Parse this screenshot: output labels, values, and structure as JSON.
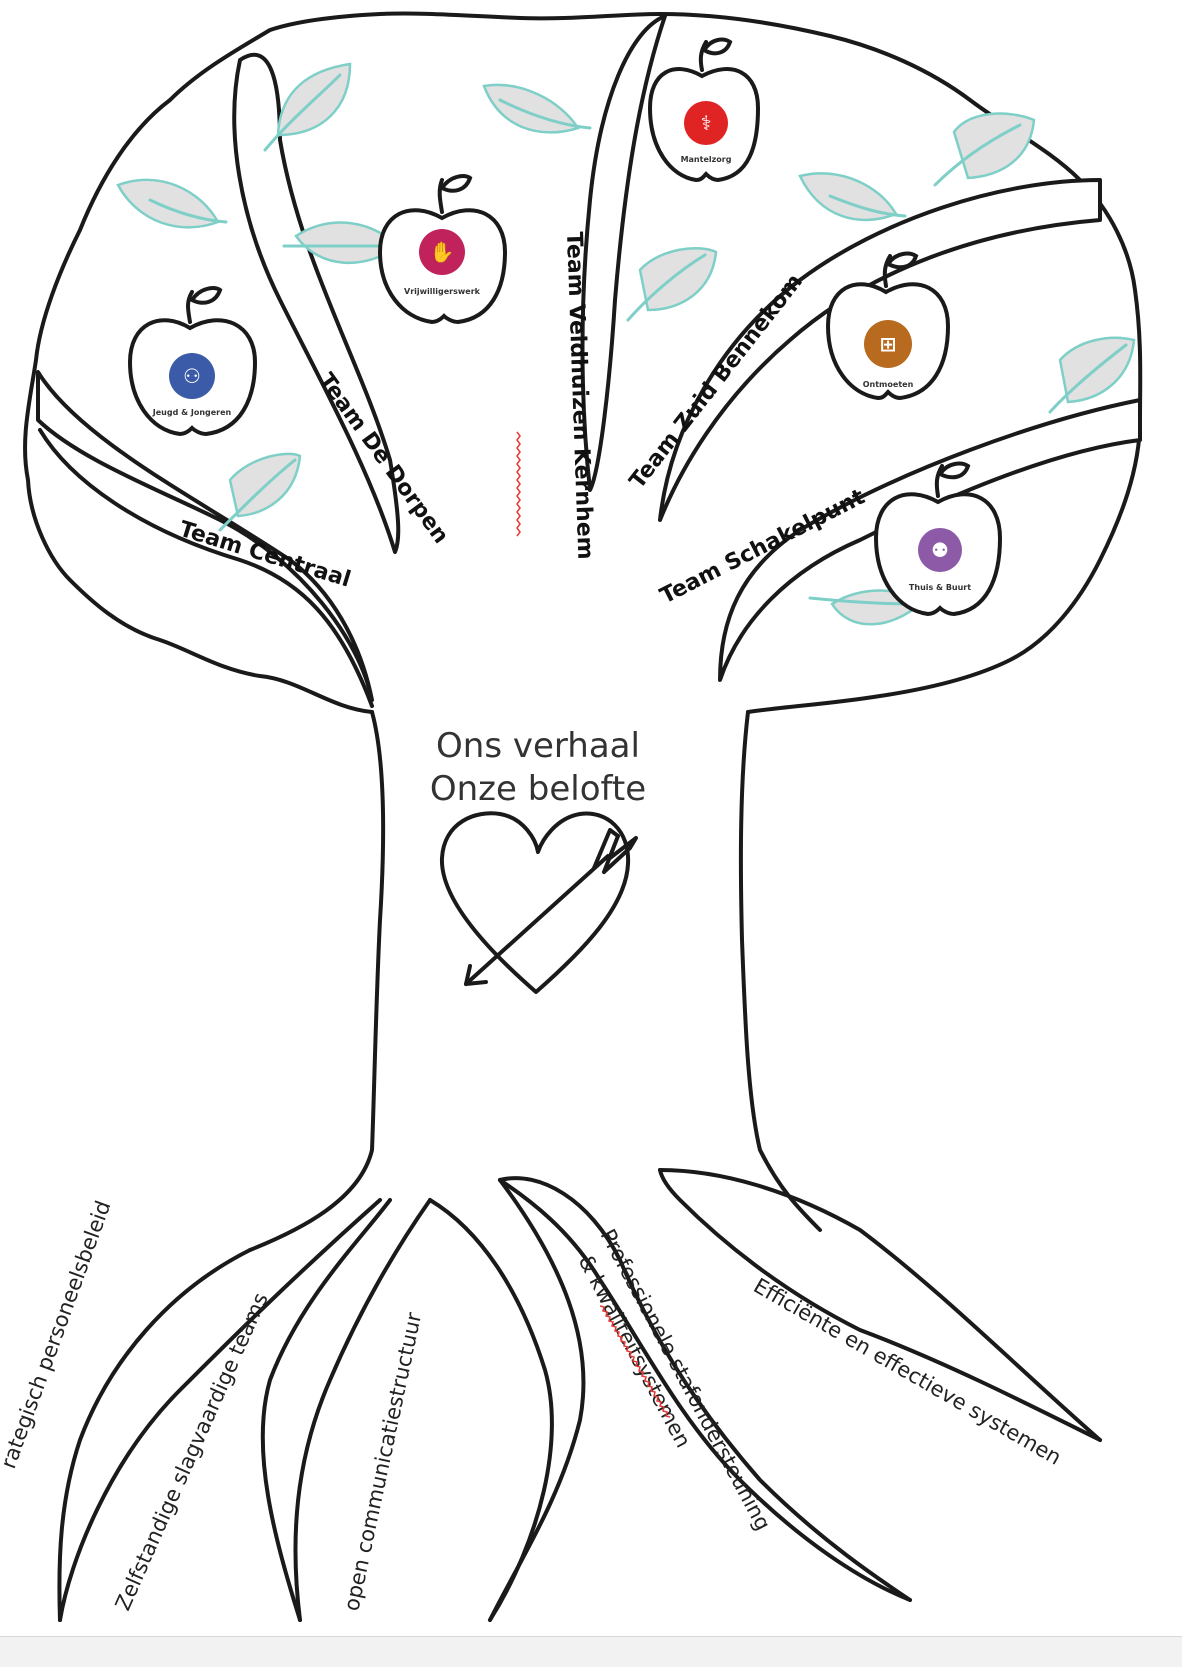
{
  "center": {
    "line1": "Ons verhaal",
    "line2": "Onze belofte",
    "icon": "heart-with-arrow-icon"
  },
  "branches": [
    {
      "label": "Team Centraal"
    },
    {
      "label": "Team De Dorpen"
    },
    {
      "label": "Team Veldhuizen Kernhem"
    },
    {
      "label": "Team Zuid Bennekom"
    },
    {
      "label": "Team Schakelpunt"
    }
  ],
  "apples": [
    {
      "caption": "Jeugd & Jongeren",
      "color": "#3b5ba9",
      "icon": "children-icon"
    },
    {
      "caption": "Vrijwilligerswerk",
      "color": "#c0235b",
      "icon": "raised-hand-icon"
    },
    {
      "caption": "Mantelzorg",
      "color": "#e02424",
      "icon": "caregiver-icon"
    },
    {
      "caption": "Ontmoeten",
      "color": "#b86a1f",
      "icon": "meeting-table-icon"
    },
    {
      "caption": "Thuis & Buurt",
      "color": "#8d5aa8",
      "icon": "family-icon"
    }
  ],
  "roots": [
    {
      "label": "rategisch personeelsbeleid"
    },
    {
      "label": "Zelfstandige slagvaardige teams"
    },
    {
      "label": "open communicatiestructuur"
    },
    {
      "label": "Professionele stafondersteuning"
    },
    {
      "label": "& kwaliteitsystemen"
    },
    {
      "label": "Efficiënte en effectieve systemen"
    }
  ],
  "colors": {
    "outline": "#1a1a1a",
    "leaf_fill": "#e1e1e1",
    "leaf_stroke": "#7ecfc7",
    "spellcheck": "#e53935"
  }
}
